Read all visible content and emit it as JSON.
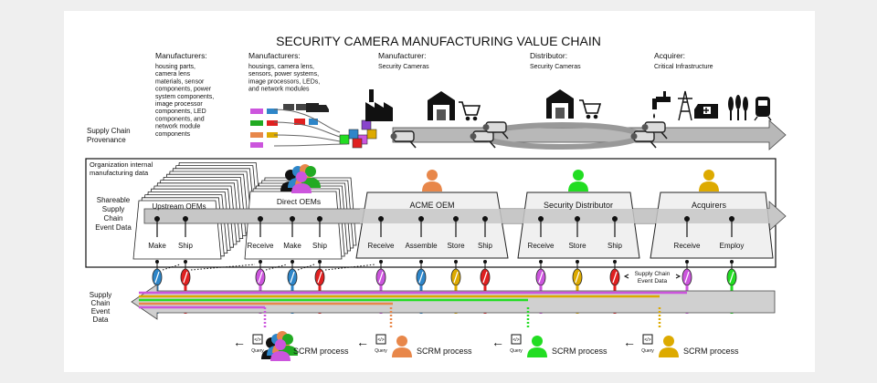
{
  "title": "SECURITY CAMERA MANUFACTURING VALUE CHAIN",
  "tiers": [
    {
      "heading": "Manufacturers:",
      "body": [
        "housing parts,",
        "camera lens",
        "materials, sensor",
        "components, power",
        "system components,",
        "image processor",
        "components, LED",
        "components, and",
        "network module",
        "components"
      ]
    },
    {
      "heading": "Manufacturers:",
      "body": [
        "housings, camera lens,",
        "sensors, power systems,",
        "image processors, LEDs,",
        "and network modules"
      ]
    },
    {
      "heading": "Manufacturer:",
      "body": [
        "Security Cameras"
      ]
    },
    {
      "heading": "Distributor:",
      "body": [
        "Security Cameras"
      ]
    },
    {
      "heading": "Acquirer:",
      "body": [
        "Critical Infrastructure"
      ]
    }
  ],
  "left_labels": {
    "provenance": [
      "Supply Chain",
      "Provenance"
    ],
    "internal": [
      "Organization internal",
      "manufacturing data"
    ],
    "shareable": [
      "Shareable",
      "Supply",
      "Chain",
      "Event Data"
    ],
    "event_data": [
      "Supply",
      "Chain",
      "Event",
      "Data"
    ]
  },
  "stages": [
    {
      "name": "Upstream OEMs",
      "events": [
        "Make",
        "Ship"
      ]
    },
    {
      "name": "Direct OEMs",
      "events": [
        "Receive",
        "Make",
        "Ship"
      ]
    },
    {
      "name": "ACME OEM",
      "events": [
        "Receive",
        "Assemble",
        "Store",
        "Ship"
      ]
    },
    {
      "name": "Security Distributor",
      "events": [
        "Receive",
        "Store",
        "Ship"
      ]
    },
    {
      "name": "Acquirers",
      "events": [
        "Receive",
        "Employ"
      ]
    }
  ],
  "sc_event_callout": [
    "Supply Chain",
    "Event Data"
  ],
  "query_label": "Query",
  "scrm_label": "SCRM process",
  "arrow_symbol": "←",
  "colors": {
    "upstream": "#2e86c9",
    "direct": "#e02020",
    "acme": "#cc55dd",
    "acme_person": "#e8874a",
    "distributor": "#22dd22",
    "acquirer": "#ddaa00",
    "gray": "#b5b5b5"
  }
}
